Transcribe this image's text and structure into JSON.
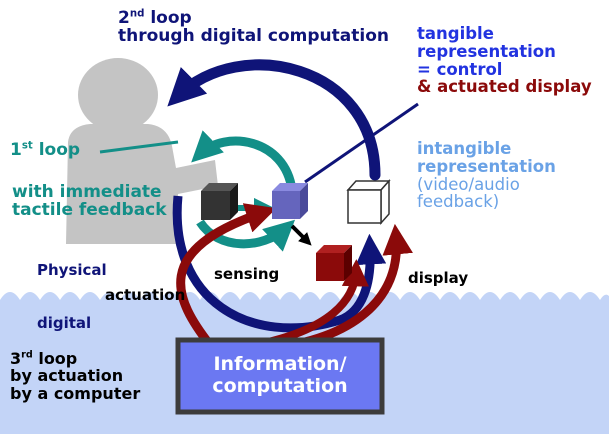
{
  "labels": {
    "loop2": {
      "sup": "nd",
      "loop": "loop",
      "line2": "through digital computation"
    },
    "tangible": {
      "line1": "tangible",
      "line2": "representation",
      "line3": "= control",
      "line4": "& actuated display"
    },
    "loop1": {
      "sup": "st",
      "loop": "loop"
    },
    "immediate": {
      "line1": "with immediate",
      "line2": "tactile feedback"
    },
    "intangible": {
      "line1": "intangible",
      "line2": "representation",
      "line3": "(video/audio",
      "line4": "feedback)"
    },
    "physical": "Physical",
    "sensing": "sensing",
    "display": "display",
    "actuation": "actuation",
    "digital": "digital",
    "loop3": {
      "sup": "rd",
      "loop": "loop",
      "line2": "by actuation",
      "line3": "by a computer"
    },
    "info": {
      "line1": "Information/",
      "line2": "computation"
    }
  },
  "colors": {
    "navy": "#0f1478",
    "blue": "#2233e0",
    "maroon": "#8b0a0a",
    "teal": "#138f88",
    "light_blue": "#6aa2e6",
    "water": "#c3d4f7",
    "info_box": "#6b78f2",
    "info_border": "#3c3c3c",
    "person": "#c4c4c4"
  },
  "icons": [
    "person-silhouette",
    "black-cube",
    "purple-cube",
    "white-cube",
    "red-cube"
  ]
}
